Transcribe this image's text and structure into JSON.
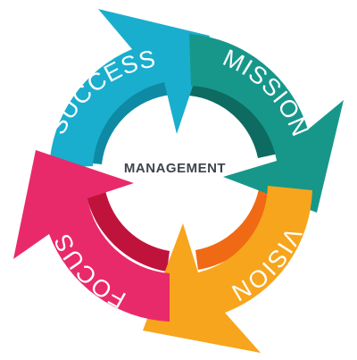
{
  "diagram": {
    "center_label": "MANAGEMENT",
    "segments": [
      {
        "label": "SUCCESS",
        "color": "#19aecd",
        "inner_color": "#0f8aa4"
      },
      {
        "label": "MISSION",
        "color": "#17978a",
        "inner_color": "#0d6b62"
      },
      {
        "label": "VISION",
        "color": "#f7a51c",
        "inner_color": "#f06a15"
      },
      {
        "label": "FOCUS",
        "color": "#e92a6a",
        "inner_color": "#c0133c"
      }
    ]
  }
}
